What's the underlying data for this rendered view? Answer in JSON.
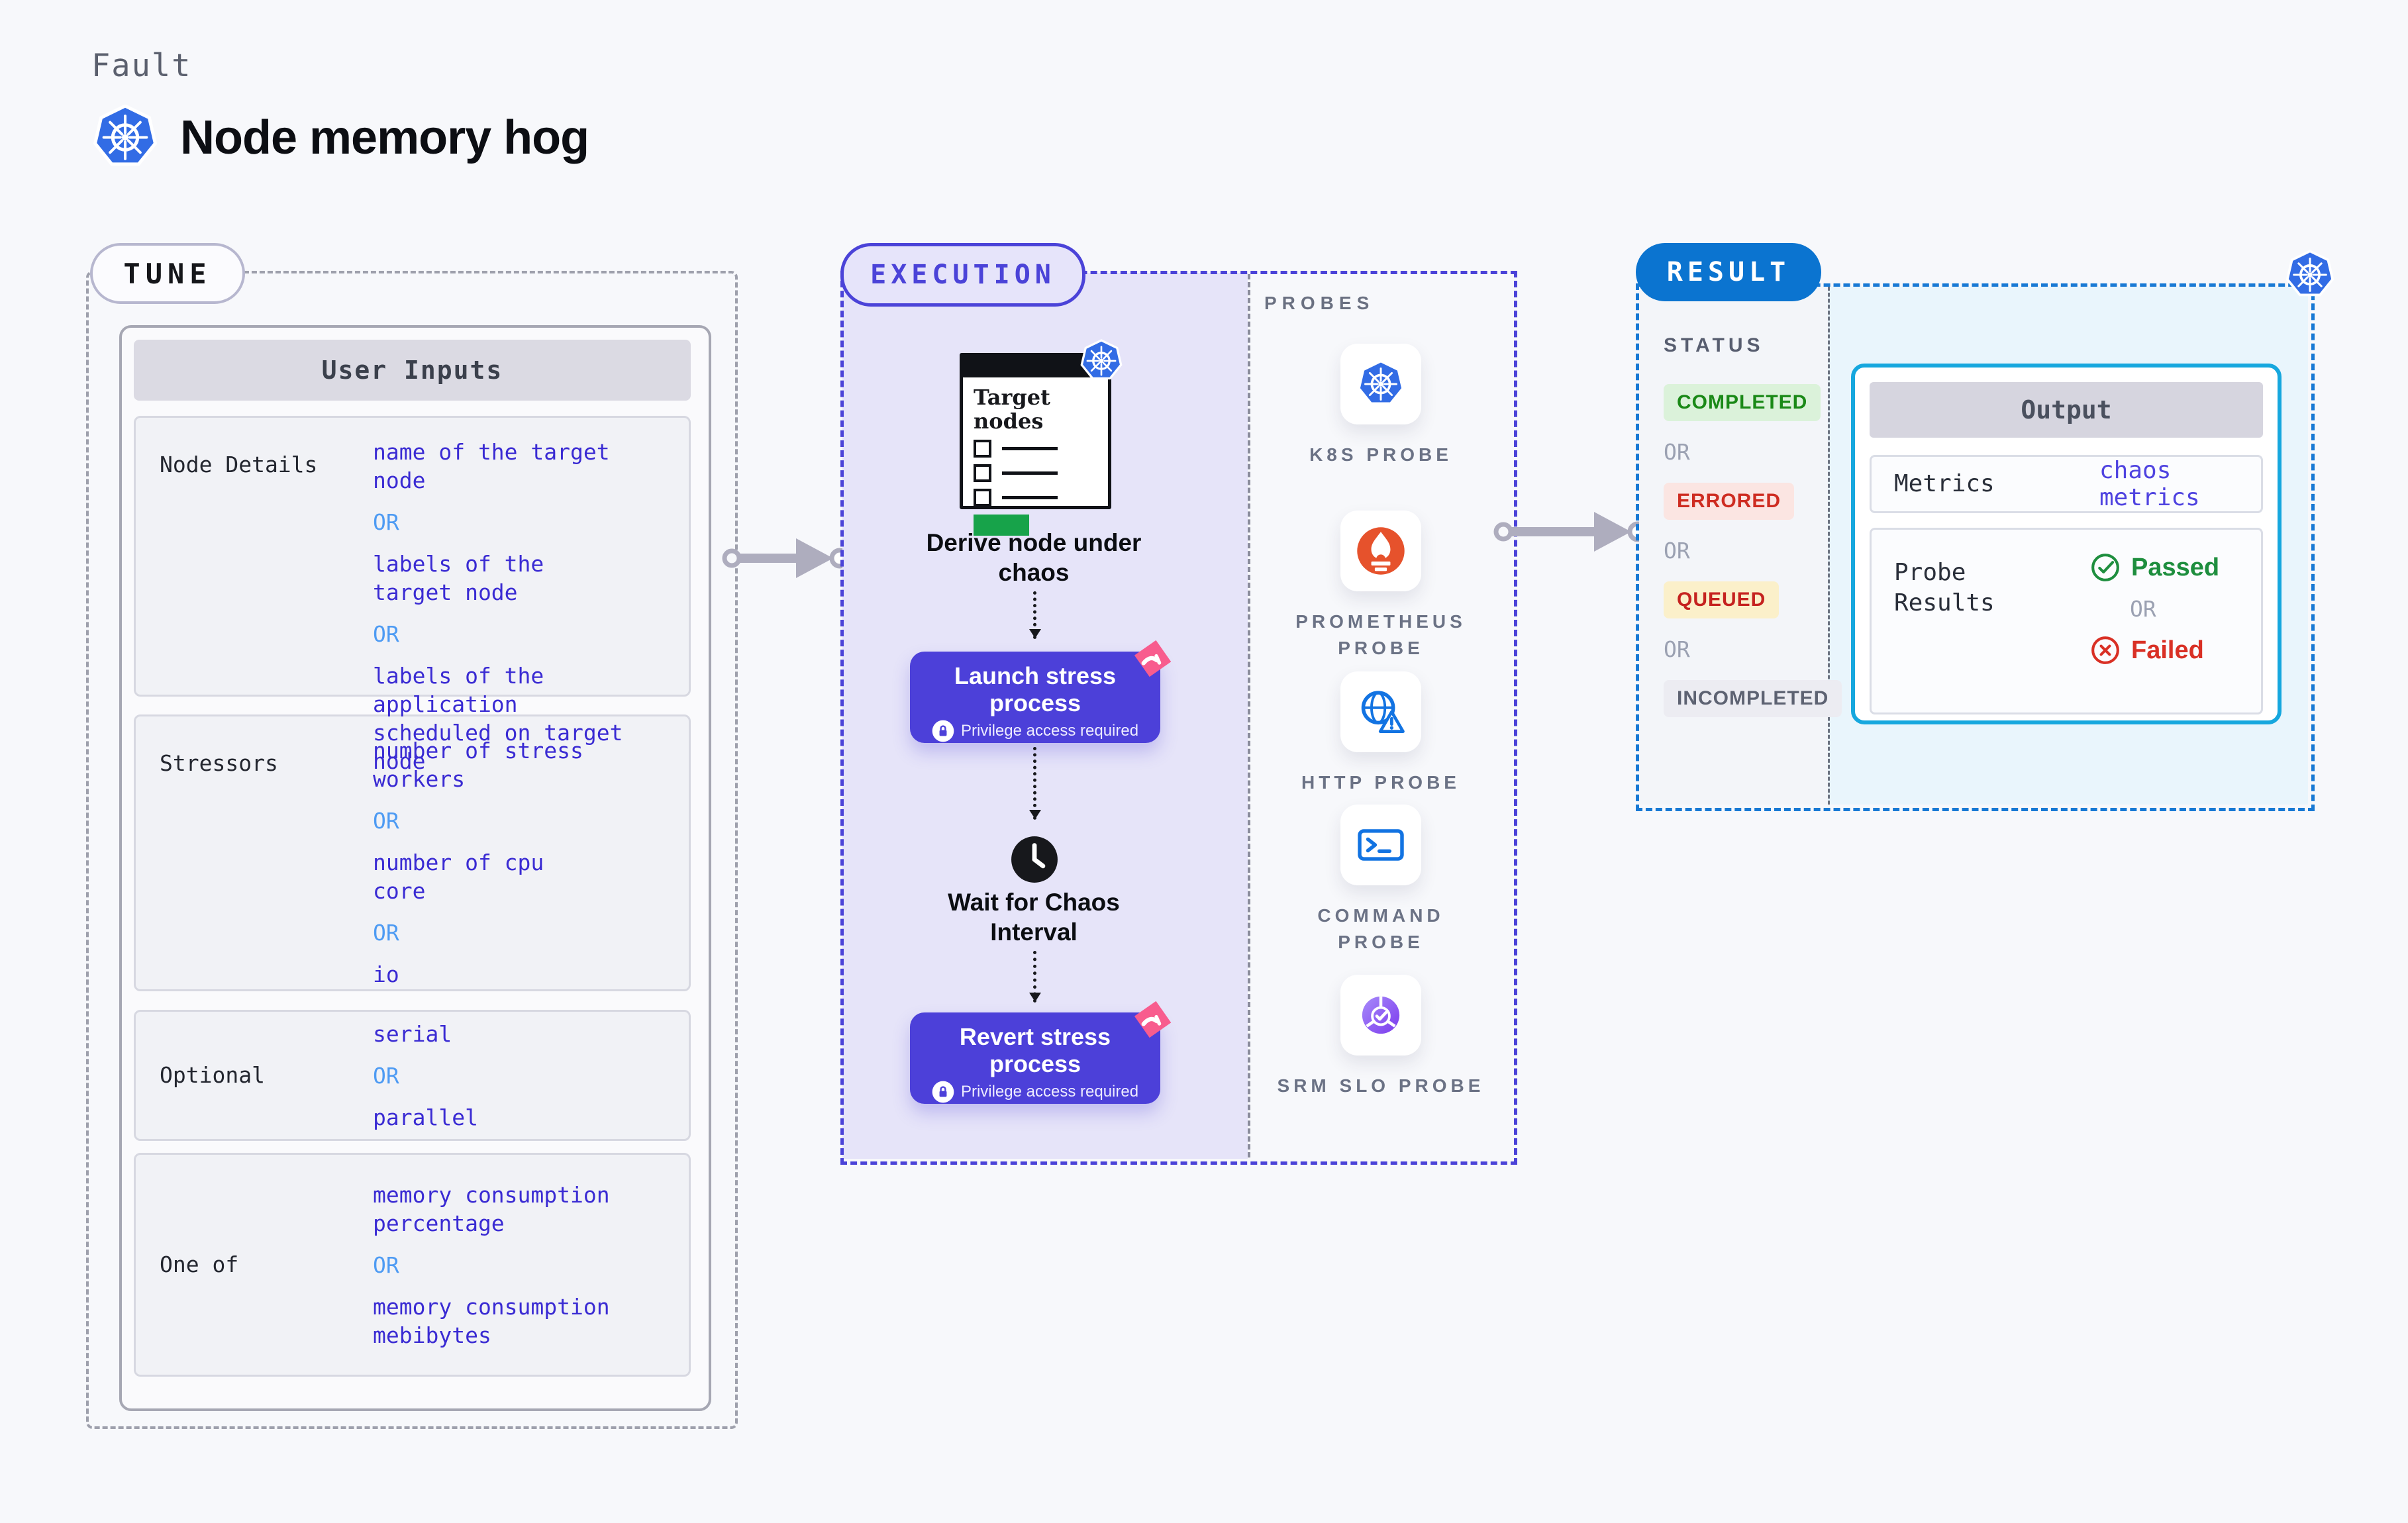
{
  "header": {
    "eyebrow": "Fault",
    "title": "Node memory hog"
  },
  "tune": {
    "tag": "TUNE",
    "table_title": "User Inputs",
    "rows": [
      {
        "label": "Node Details",
        "values": [
          "name of the target\nnode",
          "OR",
          "labels of the\ntarget node",
          "OR",
          "labels of the application\n scheduled on target node"
        ]
      },
      {
        "label": "Stressors",
        "values": [
          "number of stress\nworkers",
          "OR",
          "number of cpu\ncore",
          "OR",
          "io"
        ]
      },
      {
        "label": "Optional",
        "values": [
          "serial",
          "OR",
          "parallel"
        ]
      },
      {
        "label": "One of",
        "values": [
          "memory consumption\npercentage",
          "OR",
          "memory consumption\nmebibytes"
        ]
      }
    ]
  },
  "execution": {
    "tag": "EXECUTION",
    "target_card": {
      "title": "Target nodes"
    },
    "captions": {
      "derive": "Derive node under\nchaos",
      "wait": "Wait for Chaos\nInterval"
    },
    "buttons": {
      "launch": "Launch stress\nprocess",
      "revert": "Revert stress\nprocess",
      "privilege_note": "Privilege access required"
    },
    "probes": {
      "title": "PROBES",
      "items": [
        "K8S PROBE",
        "PROMETHEUS PROBE",
        "HTTP PROBE",
        "COMMAND PROBE",
        "SRM SLO PROBE"
      ]
    }
  },
  "result": {
    "tag": "RESULT",
    "status": {
      "title": "STATUS",
      "separator": "OR",
      "badges": [
        {
          "label": "COMPLETED",
          "fg": "#1A8917",
          "bg": "#DBF2DA"
        },
        {
          "label": "ERRORED",
          "fg": "#CE2C21",
          "bg": "#FBE5E2"
        },
        {
          "label": "QUEUED",
          "fg": "#C5221F",
          "bg": "#FBF0CA"
        },
        {
          "label": "INCOMPLETED",
          "fg": "#5D6272",
          "bg": "#ECECF2"
        }
      ]
    },
    "output": {
      "title": "Output",
      "metrics_label": "Metrics",
      "metrics_value": "chaos metrics",
      "probe_results_label": "Probe\nResults",
      "passed": "Passed",
      "separator": "OR",
      "failed": "Failed"
    }
  },
  "colors": {
    "accent_indigo": "#4B43D8",
    "accent_blue": "#0B74D0",
    "accent_cyan": "#16A7DE",
    "value_blue": "#3A2BD3",
    "or_blue": "#4E9BF3",
    "k8s_blue": "#326CE5",
    "button_purple": "#4C40D9",
    "ribbon_pink": "#F85C8E"
  }
}
